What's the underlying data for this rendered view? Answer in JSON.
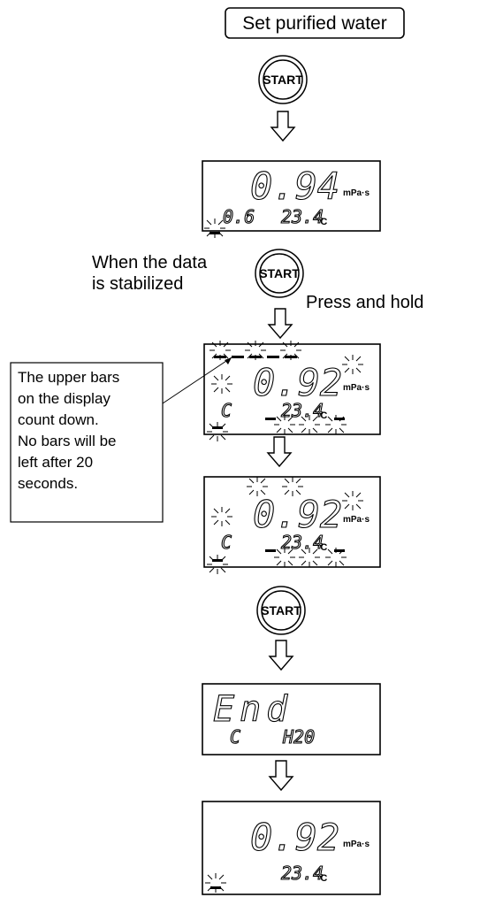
{
  "title_box": "Set purified water",
  "start_label": "START",
  "unit_viscosity": "mPa·s",
  "unit_temp": "°C",
  "display1": {
    "main": "0.94",
    "sub_left": "0.6",
    "sub_right": "23.4"
  },
  "note_left": [
    "When the data",
    "is stabilized"
  ],
  "note_right": "Press and hold",
  "display2": {
    "main": "0.92",
    "sub_left": "C",
    "sub_right": "23.4"
  },
  "callout": [
    "The upper bars",
    "on the display",
    "count down.",
    "No bars will be",
    "left after 20",
    "seconds."
  ],
  "display3": {
    "main": "0.92",
    "sub_left": "C",
    "sub_right": "23.4"
  },
  "display4": {
    "main": "End",
    "sub_left": "C",
    "sub_right": "H20"
  },
  "display5": {
    "main": "0.92",
    "sub_right": "23.4"
  }
}
